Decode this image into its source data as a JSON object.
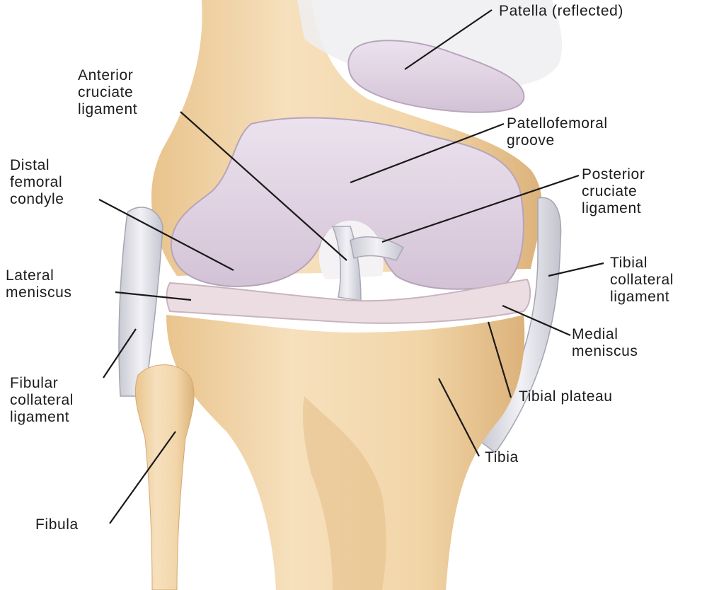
{
  "labels": {
    "patella": [
      "Patella (reflected)"
    ],
    "acl": [
      "Anterior",
      "cruciate",
      "ligament"
    ],
    "patellofemoral_groove": [
      "Patellofemoral",
      "groove"
    ],
    "distal_femoral_condyle": [
      "Distal",
      "femoral",
      "condyle"
    ],
    "pcl": [
      "Posterior",
      "cruciate",
      "ligament"
    ],
    "lateral_meniscus": [
      "Lateral",
      "meniscus"
    ],
    "tibial_collateral_ligament": [
      "Tibial",
      "collateral",
      "ligament"
    ],
    "medial_meniscus": [
      "Medial",
      "meniscus"
    ],
    "fibular_collateral_ligament": [
      "Fibular",
      "collateral",
      "ligament"
    ],
    "tibial_plateau": [
      "Tibial plateau"
    ],
    "tibia": [
      "Tibia"
    ],
    "fibula": [
      "Fibula"
    ]
  },
  "colors": {
    "bone": "#f0d3a5",
    "bone_shade": "#d9ae72",
    "cartilage": "#e2d4e3",
    "cartilage_shade": "#c7b4c9",
    "ligament": "#e3e3ea",
    "meniscus": "#ead9df",
    "leader": "#1a1a1a"
  }
}
